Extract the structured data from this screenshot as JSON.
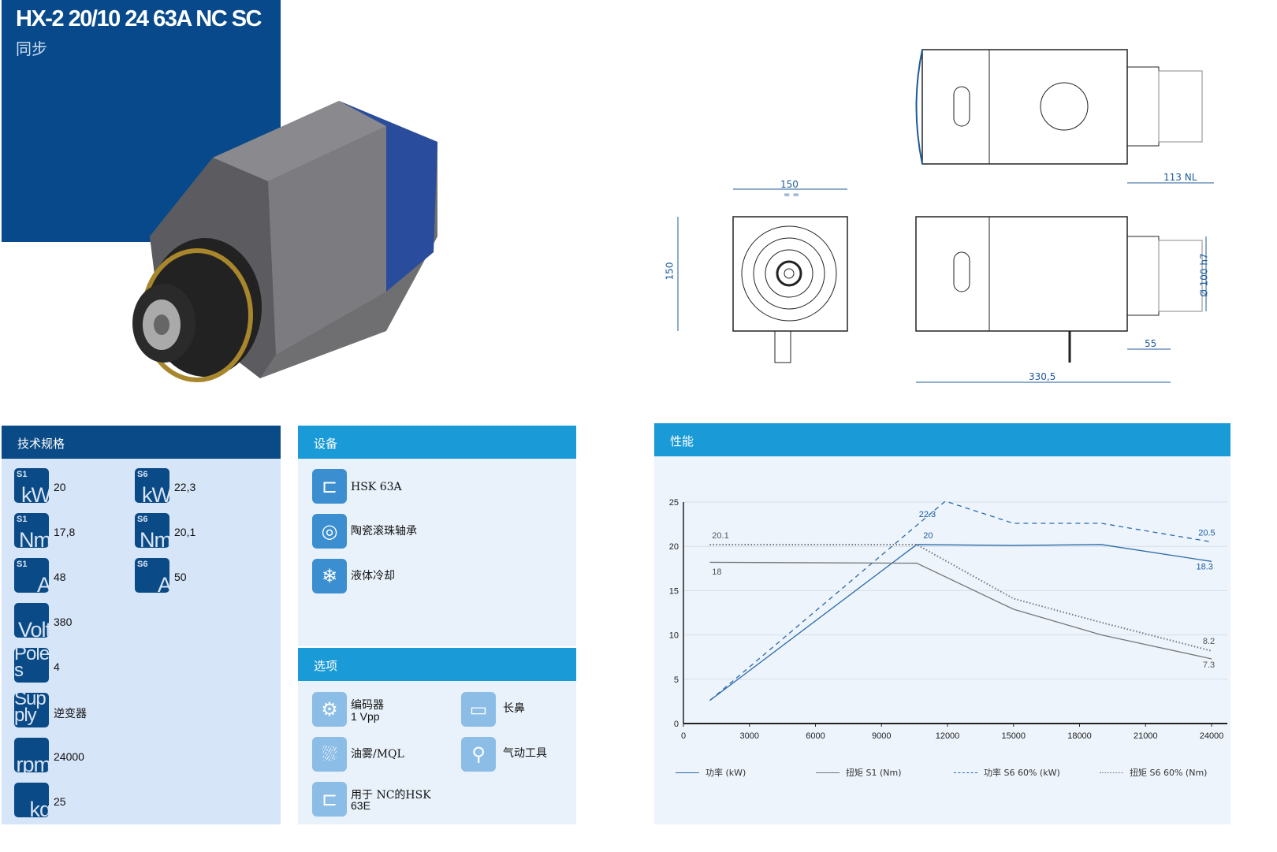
{
  "header": {
    "title": "HX-2 20/10 24 63A NC SC",
    "subtitle": "同步"
  },
  "drawings": {
    "width_front": "150",
    "height_front": "150",
    "equal_mark": "= =",
    "length": "330,5",
    "nose": "55",
    "rear": "113 NL",
    "diameter": "Ø 100 h7"
  },
  "specs": {
    "title": "技术规格",
    "items": [
      {
        "tag": "S1",
        "unit": "kW",
        "value": "20"
      },
      {
        "tag": "S6",
        "unit": "kW",
        "value": "22,3"
      },
      {
        "tag": "S1",
        "unit": "Nm",
        "value": "17,8"
      },
      {
        "tag": "S6",
        "unit": "Nm",
        "value": "20,1"
      },
      {
        "tag": "S1",
        "unit": "A",
        "value": "48"
      },
      {
        "tag": "S6",
        "unit": "A",
        "value": "50"
      },
      {
        "tag": "",
        "unit": "Volt",
        "value": "380"
      },
      {
        "tag": "",
        "unit": "Poles",
        "value": "4"
      },
      {
        "tag": "",
        "unit": "Supply",
        "value": "逆变器"
      },
      {
        "tag": "",
        "unit": "rpm",
        "value": "24000"
      },
      {
        "tag": "",
        "unit": "kg",
        "value": "25"
      }
    ]
  },
  "equipment": {
    "title": "设备",
    "items": [
      {
        "label": "HSK 63A",
        "icon": "tool-holder-icon"
      },
      {
        "label": "陶瓷滚珠轴承",
        "icon": "bearing-icon"
      },
      {
        "label": "液体冷却",
        "icon": "coolant-drop-icon"
      }
    ]
  },
  "options": {
    "title": "选项",
    "items": [
      {
        "label": "编码器",
        "sub": "1 Vpp",
        "icon": "encoder-icon"
      },
      {
        "label": "长鼻",
        "sub": "",
        "icon": "long-nose-icon"
      },
      {
        "label": "油雾/MQL",
        "sub": "",
        "icon": "mql-icon"
      },
      {
        "label": "气动工具",
        "sub": "",
        "icon": "air-tool-icon"
      },
      {
        "label": "用于 NC的HSK",
        "sub": "63E",
        "icon": "hsk-nc-icon"
      }
    ]
  },
  "performance": {
    "title": "性能"
  },
  "chart_data": {
    "type": "line",
    "xlim": [
      0,
      24000
    ],
    "ylim": [
      0,
      25
    ],
    "xticks": [
      "0",
      "3000",
      "6000",
      "9000",
      "12000",
      "15000",
      "18000",
      "21000",
      "24000"
    ],
    "yticks": [
      "0",
      "5",
      "10",
      "15",
      "20",
      "25"
    ],
    "legend_position": "bottom",
    "series": [
      {
        "name": "功率 (kW)",
        "style": "solid",
        "color": "#2a6aa8",
        "x": [
          1200,
          10600,
          15000,
          19000,
          24000
        ],
        "y": [
          2.6,
          20.2,
          20.1,
          20.2,
          18.3
        ]
      },
      {
        "name": "扭矩 S1 (Nm)",
        "style": "solid",
        "color": "#777777",
        "x": [
          1200,
          10600,
          15000,
          19000,
          24000
        ],
        "y": [
          18.2,
          18.1,
          12.9,
          10,
          7.3
        ]
      },
      {
        "name": "功率 S6 60% (kW)",
        "style": "dashed",
        "color": "#2a6aa8",
        "x": [
          1200,
          11900,
          15000,
          19000,
          24000
        ],
        "y": [
          2.6,
          25.1,
          22.6,
          22.6,
          20.5
        ]
      },
      {
        "name": "扭矩 S6 60% (Nm)",
        "style": "dotted",
        "color": "#777777",
        "x": [
          1200,
          10600,
          15000,
          19000,
          24000
        ],
        "y": [
          20.2,
          20.2,
          14.1,
          11.4,
          8.2
        ]
      }
    ],
    "annotations": [
      {
        "text": "20.1",
        "x": 1300,
        "y": 20.9,
        "color": "#555"
      },
      {
        "text": "18",
        "x": 1300,
        "y": 16.8,
        "color": "#555"
      },
      {
        "text": "22.3",
        "x": 10700,
        "y": 23.3,
        "color": "#1d5b9a"
      },
      {
        "text": "20",
        "x": 10900,
        "y": 20.9,
        "color": "#1d5b9a"
      },
      {
        "text": "20.5",
        "x": 23400,
        "y": 21.2,
        "color": "#1d5b9a"
      },
      {
        "text": "18.3",
        "x": 23300,
        "y": 17.4,
        "color": "#1d5b9a"
      },
      {
        "text": "8.2",
        "x": 23600,
        "y": 9.0,
        "color": "#555"
      },
      {
        "text": "7.3",
        "x": 23600,
        "y": 6.3,
        "color": "#555"
      }
    ]
  }
}
